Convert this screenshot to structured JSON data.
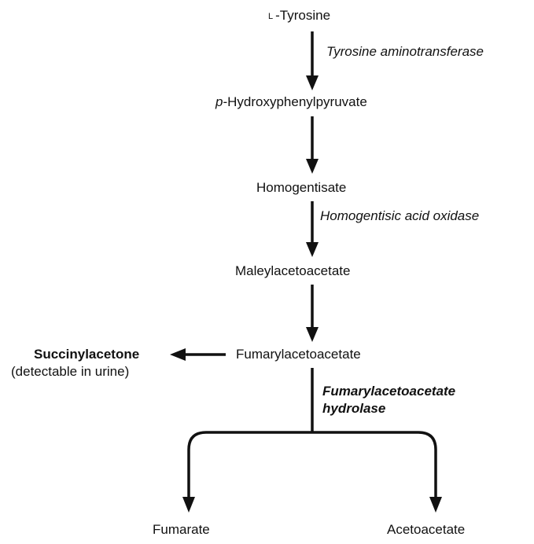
{
  "pathway": {
    "tyrosine": {
      "prefix": "L",
      "name": "-Tyrosine"
    },
    "phpp": {
      "prefix": "p",
      "name": "-Hydroxyphenylpyruvate"
    },
    "homogentisate": "Homogentisate",
    "maleylacetoacetate": "Maleylacetoacetate",
    "fumarylacetoacetate": "Fumarylacetoacetate",
    "fumarate": "Fumarate",
    "acetoacetate": "Acetoacetate"
  },
  "enzymes": {
    "tyrosine_aminotransferase": "Tyrosine aminotransferase",
    "homogentisic_acid_oxidase": "Homogentisic acid oxidase",
    "fah_line1": "Fumarylacetoacetate",
    "fah_line2": "hydrolase"
  },
  "side_product": {
    "name": "Succinylacetone",
    "note": "(detectable in urine)"
  },
  "colors": {
    "ink": "#111111",
    "background": "#ffffff"
  }
}
